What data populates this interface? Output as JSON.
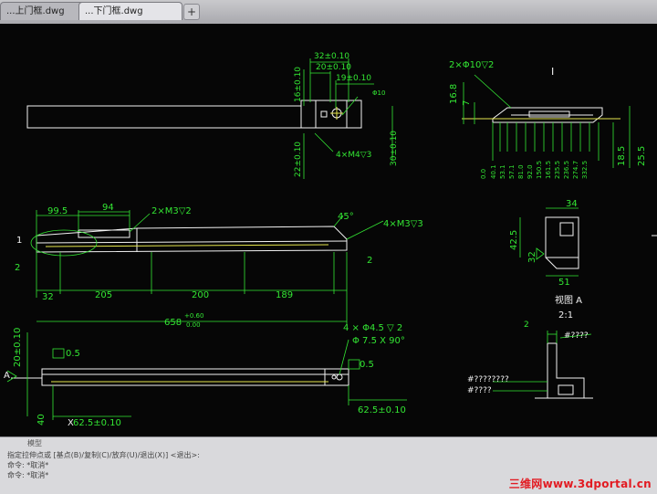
{
  "tabs": {
    "tab1": "...上门框.dwg",
    "tab2": "...下门框.dwg",
    "plus": "+"
  },
  "commandline": {
    "tab_label": "模型",
    "line1": "指定拉伸点或 [基点(B)/复制(C)/放弃(U)/退出(X)] <退出>:",
    "line2": "命令: *取消*",
    "line3": "命令: *取消*"
  },
  "watermark": "三维网www.3dportal.cn",
  "drawing": {
    "colors": {
      "bg": "#060606",
      "geometry": "#f2f2f2",
      "dims": "#33e633",
      "center": "#e6e64d"
    },
    "view_top": {
      "dims": [
        "32±0.10",
        "20±0.10",
        "19±0.10",
        "16±0.10",
        "22±0.10",
        "30±0.10",
        "4×M4▽3",
        "Φ10"
      ]
    },
    "view_side": {
      "hole_note": "2×Φ10▽2",
      "marker": "I",
      "left_dims": [
        "16.8",
        "7"
      ],
      "right_dims": [
        "18.5",
        "25.5"
      ],
      "chain": [
        "0.0",
        "40.1",
        "53.1",
        "57.1",
        "81.0",
        "92.0",
        "150.5",
        "161.5",
        "235.5",
        "236.5",
        "274.7",
        "332.5"
      ]
    },
    "view_main": {
      "dims_top": [
        "99.5",
        "94"
      ],
      "note_left": "2×M3▽2",
      "note_right": "4×M3▽3",
      "angle": "45°",
      "label_1": "1",
      "dim_2_left": "2",
      "dim_2_right": "2",
      "dims_bottom": [
        "32",
        "205",
        "200",
        "189"
      ],
      "total": "658",
      "tol_upper": "+0.60",
      "tol_lower": "0.00"
    },
    "view_section_small": {
      "dims": [
        "34",
        "42.5",
        "32",
        "51"
      ]
    },
    "detail_a": {
      "title": "视图 A",
      "scale": "2:1",
      "dim_2": "2",
      "note1": "#????",
      "note2": "#????????",
      "note3": "#????"
    },
    "view_bottom": {
      "flatness_left": "0.5",
      "flatness_right": "0.5",
      "hole_note_1": "4 × Φ4.5 ▽ 2",
      "hole_note_2": "Φ 7.5 X 90°",
      "dim_left": "62.5±0.10",
      "dim_right": "62.5±0.10",
      "dim_v1": "20±0.10",
      "dim_v2": "40",
      "view_label": "A",
      "axis_x": "X"
    }
  }
}
